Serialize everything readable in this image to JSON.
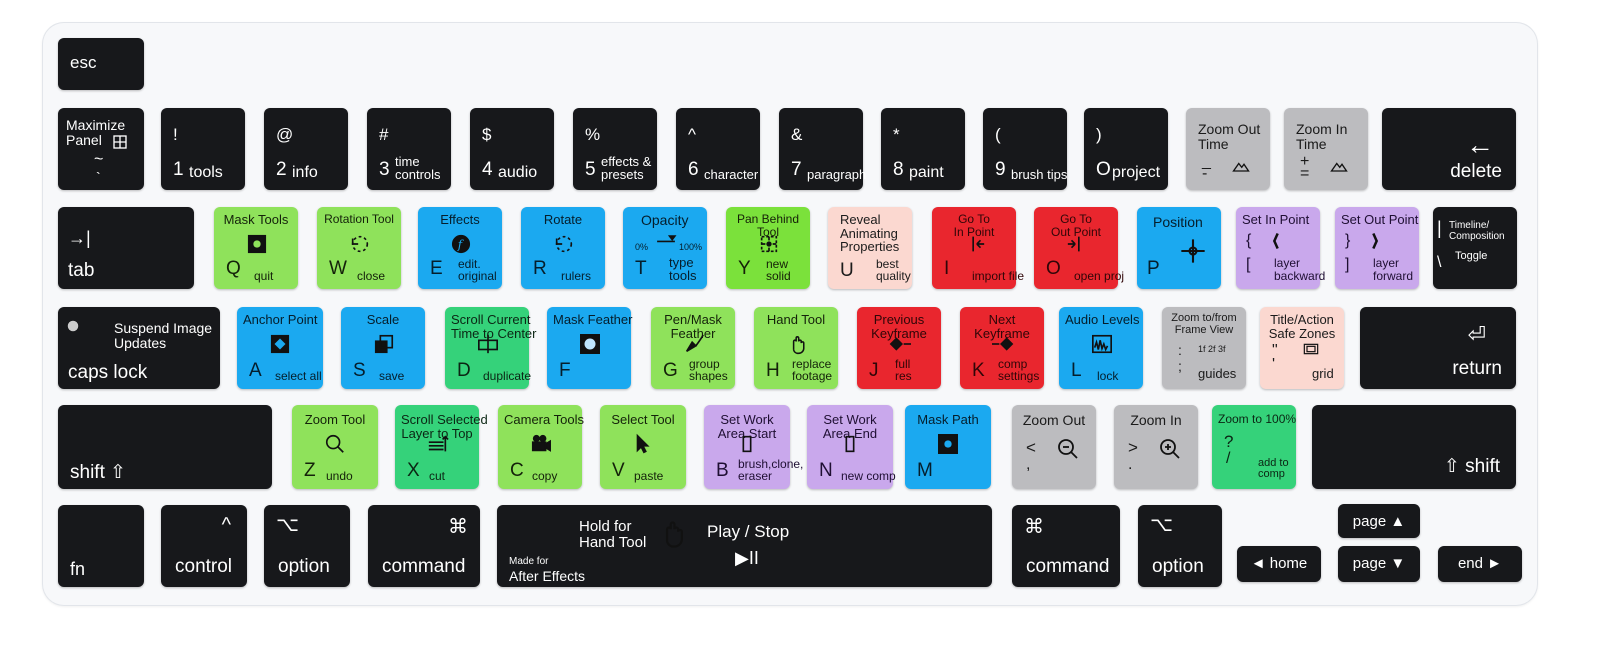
{
  "keyboard": {
    "name": "After Effects shortcut keyboard cover",
    "rows": {
      "fn_row": [
        {
          "id": "esc",
          "labels": [
            "esc"
          ],
          "color": "black"
        }
      ],
      "number_row": [
        {
          "id": "maximize",
          "labels": [
            "Maximize\nPanel",
            "~",
            "`"
          ],
          "color": "black",
          "icon": "maximize-icon"
        },
        {
          "id": "1",
          "labels": [
            "!",
            "1",
            "tools"
          ],
          "color": "black"
        },
        {
          "id": "2",
          "labels": [
            "@",
            "2",
            "info"
          ],
          "color": "black"
        },
        {
          "id": "3",
          "labels": [
            "#",
            "3",
            "time\ncontrols"
          ],
          "color": "black"
        },
        {
          "id": "4",
          "labels": [
            "$",
            "4",
            "audio"
          ],
          "color": "black"
        },
        {
          "id": "5",
          "labels": [
            "%",
            "5",
            "effects &\npresets"
          ],
          "color": "black"
        },
        {
          "id": "6",
          "labels": [
            "^",
            "6",
            "character"
          ],
          "color": "black"
        },
        {
          "id": "7",
          "labels": [
            "&",
            "7",
            "paragraph"
          ],
          "color": "black"
        },
        {
          "id": "8",
          "labels": [
            "*",
            "8",
            "paint"
          ],
          "color": "black"
        },
        {
          "id": "9",
          "labels": [
            "(",
            "9",
            "brush tips"
          ],
          "color": "black"
        },
        {
          "id": "0",
          "labels": [
            ")",
            "O",
            "project"
          ],
          "color": "black"
        },
        {
          "id": "minus",
          "labels": [
            "Zoom Out\nTime",
            "_",
            "-"
          ],
          "color": "gray",
          "icon": "zoom-out-time-icon"
        },
        {
          "id": "equal",
          "labels": [
            "Zoom In\nTime",
            "+",
            "="
          ],
          "color": "gray",
          "icon": "zoom-in-time-icon"
        },
        {
          "id": "delete",
          "labels": [
            "←",
            "delete"
          ],
          "color": "black"
        }
      ],
      "q_row": [
        {
          "id": "tab",
          "labels": [
            "→|",
            "tab"
          ],
          "color": "black"
        },
        {
          "id": "q",
          "labels": [
            "Mask Tools",
            "Q",
            "quit"
          ],
          "color": "green",
          "icon": "mask-tool-icon"
        },
        {
          "id": "w",
          "labels": [
            "Rotation Tool",
            "W",
            "close"
          ],
          "color": "green",
          "icon": "rotation-icon"
        },
        {
          "id": "e",
          "labels": [
            "Effects",
            "E",
            "edit.\noriginal"
          ],
          "color": "blue",
          "icon": "effects-icon"
        },
        {
          "id": "r",
          "labels": [
            "Rotate",
            "R",
            "rulers"
          ],
          "color": "blue",
          "icon": "rotate-icon"
        },
        {
          "id": "t",
          "labels": [
            "Opacity",
            "T",
            "type\ntools",
            "0%",
            "100%"
          ],
          "color": "blue",
          "icon": "opacity-slider-icon"
        },
        {
          "id": "y",
          "labels": [
            "Pan Behind\nTool",
            "Y",
            "new\nsolid"
          ],
          "color": "yellow",
          "icon": "pan-behind-icon"
        },
        {
          "id": "u",
          "labels": [
            "Reveal\nAnimating\nProperties",
            "U",
            "best\nquality"
          ],
          "color": "peach"
        },
        {
          "id": "i",
          "labels": [
            "Go To\nIn Point",
            "I",
            "import file"
          ],
          "color": "red",
          "icon": "go-to-in-icon"
        },
        {
          "id": "o",
          "labels": [
            "Go To\nOut Point",
            "O",
            "open proj"
          ],
          "color": "red",
          "icon": "go-to-out-icon"
        },
        {
          "id": "p",
          "labels": [
            "Position",
            "P"
          ],
          "color": "blue",
          "icon": "position-icon"
        },
        {
          "id": "lbracket",
          "labels": [
            "Set In Point",
            "{",
            "[",
            "layer\nbackward"
          ],
          "color": "purple",
          "icon": "set-in-icon"
        },
        {
          "id": "rbracket",
          "labels": [
            "Set Out Point",
            "}",
            "]",
            "layer\nforward"
          ],
          "color": "purple",
          "icon": "set-out-icon"
        },
        {
          "id": "backslash",
          "labels": [
            "Timeline/\nComposition",
            "Toggle",
            "|",
            "\\"
          ],
          "color": "black"
        }
      ],
      "a_row": [
        {
          "id": "capslock",
          "labels": [
            "Suspend Image\nUpdates",
            "caps lock"
          ],
          "color": "black",
          "icon": "caps-lock-icon"
        },
        {
          "id": "a",
          "labels": [
            "Anchor Point",
            "A",
            "select all"
          ],
          "color": "blue",
          "icon": "anchor-point-icon"
        },
        {
          "id": "s",
          "labels": [
            "Scale",
            "S",
            "save"
          ],
          "color": "blue",
          "icon": "scale-icon"
        },
        {
          "id": "d",
          "labels": [
            "Scroll Current\nTime to Center",
            "D",
            "duplicate"
          ],
          "color": "dgreen",
          "icon": "scroll-center-icon"
        },
        {
          "id": "f",
          "labels": [
            "Mask Feather",
            "F"
          ],
          "color": "blue",
          "icon": "mask-feather-icon"
        },
        {
          "id": "g",
          "labels": [
            "Pen/Mask\nFeather",
            "G",
            "group\nshapes"
          ],
          "color": "green",
          "icon": "pen-feather-icon"
        },
        {
          "id": "h",
          "labels": [
            "Hand Tool",
            "H",
            "replace\nfootage"
          ],
          "color": "green",
          "icon": "hand-icon"
        },
        {
          "id": "j",
          "labels": [
            "Previous\nKeyframe",
            "J",
            "full\nres"
          ],
          "color": "red",
          "icon": "previous-keyframe-icon"
        },
        {
          "id": "k",
          "labels": [
            "Next\nKeyframe",
            "K",
            "comp\nsettings"
          ],
          "color": "red",
          "icon": "next-keyframe-icon"
        },
        {
          "id": "l",
          "labels": [
            "Audio Levels",
            "L",
            "lock"
          ],
          "color": "blue",
          "icon": "audio-levels-icon"
        },
        {
          "id": "semicolon",
          "labels": [
            "Zoom to/from\nFrame View",
            ":",
            ";",
            "1f 2f 3f",
            "guides"
          ],
          "color": "gray"
        },
        {
          "id": "quote",
          "labels": [
            "Title/Action\nSafe Zones",
            "\"",
            "'",
            "grid"
          ],
          "color": "peach",
          "icon": "safe-zones-icon"
        },
        {
          "id": "return",
          "labels": [
            "⏎",
            "return"
          ],
          "color": "black"
        }
      ],
      "z_row": [
        {
          "id": "lshift",
          "labels": [
            "shift ⇧"
          ],
          "color": "black"
        },
        {
          "id": "z",
          "labels": [
            "Zoom Tool",
            "Z",
            "undo"
          ],
          "color": "green",
          "icon": "zoom-icon"
        },
        {
          "id": "x",
          "labels": [
            "Scroll Selected\nLayer to Top",
            "X",
            "cut"
          ],
          "color": "dgreen",
          "icon": "layers-icon"
        },
        {
          "id": "c",
          "labels": [
            "Camera Tools",
            "C",
            "copy"
          ],
          "color": "green",
          "icon": "camera-icon"
        },
        {
          "id": "v",
          "labels": [
            "Select Tool",
            "V",
            "paste"
          ],
          "color": "green",
          "icon": "select-icon"
        },
        {
          "id": "b",
          "labels": [
            "Set Work\nArea Start",
            "B",
            "brush,clone,\neraser"
          ],
          "color": "purple",
          "icon": "work-area-start-icon"
        },
        {
          "id": "n",
          "labels": [
            "Set Work\nArea End",
            "N",
            "new comp"
          ],
          "color": "purple",
          "icon": "work-area-end-icon"
        },
        {
          "id": "m",
          "labels": [
            "Mask Path",
            "M"
          ],
          "color": "blue",
          "icon": "mask-path-icon"
        },
        {
          "id": "comma",
          "labels": [
            "Zoom Out",
            "<",
            ","
          ],
          "color": "gray",
          "icon": "zoom-out-icon"
        },
        {
          "id": "period",
          "labels": [
            "Zoom In",
            ">",
            "."
          ],
          "color": "gray",
          "icon": "zoom-in-icon"
        },
        {
          "id": "slash",
          "labels": [
            "Zoom to 100%",
            "?",
            "/",
            "add to\ncomp"
          ],
          "color": "dgreen"
        },
        {
          "id": "rshift",
          "labels": [
            "⇧ shift"
          ],
          "color": "black"
        }
      ],
      "bottom_row": [
        {
          "id": "fn",
          "labels": [
            "fn"
          ],
          "color": "black"
        },
        {
          "id": "control",
          "labels": [
            "^",
            "control"
          ],
          "color": "black"
        },
        {
          "id": "loption",
          "labels": [
            "⌥",
            "option"
          ],
          "color": "black"
        },
        {
          "id": "lcommand",
          "labels": [
            "⌘",
            "command"
          ],
          "color": "black"
        },
        {
          "id": "space",
          "labels": [
            "Hold for\nHand Tool",
            "Play / Stop",
            "▶II",
            "Made for",
            "After Effects"
          ],
          "color": "black",
          "icon": "hand-icon"
        },
        {
          "id": "rcommand",
          "labels": [
            "⌘",
            "command"
          ],
          "color": "black"
        },
        {
          "id": "roption",
          "labels": [
            "⌥",
            "option"
          ],
          "color": "black"
        },
        {
          "id": "pageup",
          "labels": [
            "page ▲"
          ],
          "color": "black"
        },
        {
          "id": "home",
          "labels": [
            "◄ home"
          ],
          "color": "black"
        },
        {
          "id": "pagedown",
          "labels": [
            "page ▼"
          ],
          "color": "black"
        },
        {
          "id": "end",
          "labels": [
            "end ►"
          ],
          "color": "black"
        }
      ]
    }
  }
}
